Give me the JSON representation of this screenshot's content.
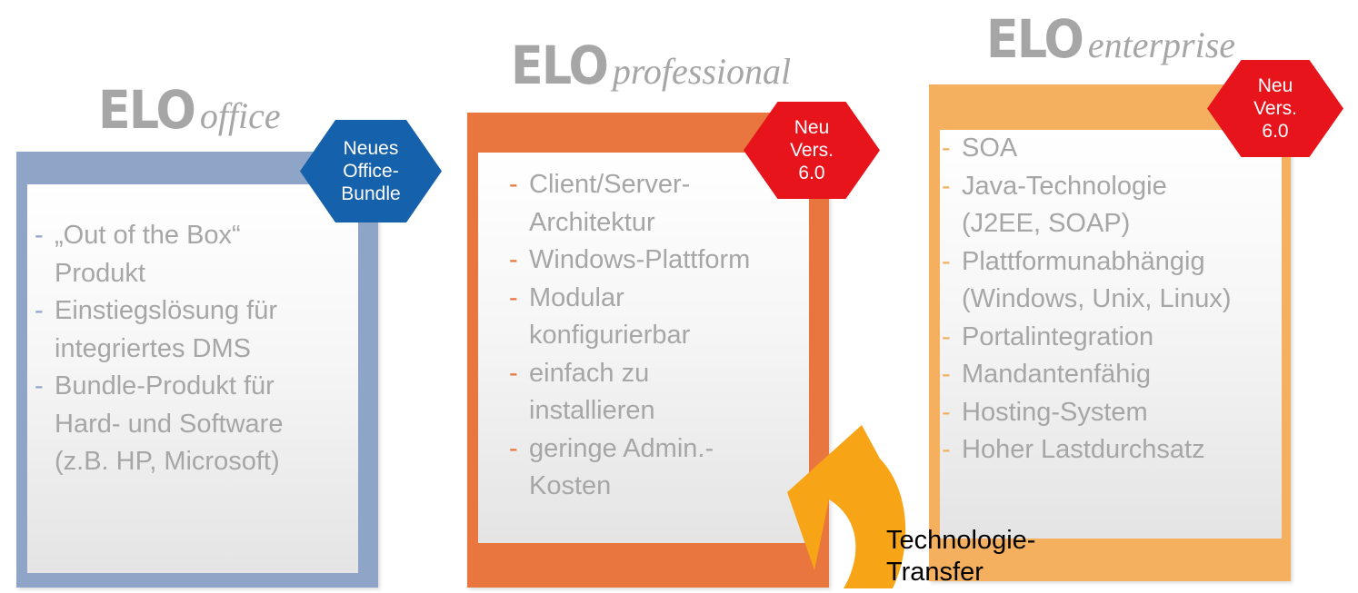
{
  "colors": {
    "office_blue": "#8ea5c8",
    "professional_orange": "#e8763e",
    "enterprise_orange": "#f4b05e",
    "badge_blue": "#1661ac",
    "badge_red": "#e8141c",
    "arrow_yellow": "#f7a416",
    "text_gray": "#a6a6a6"
  },
  "products": {
    "office": {
      "logo_main": "ELO",
      "logo_suffix": "office",
      "badge": "Neues\nOffice-\nBundle",
      "bullets": [
        "„Out of the Box“\nProdukt",
        "Einstiegslösung für\nintegriertes DMS",
        "Bundle-Produkt für\nHard- und Software\n(z.B. HP, Microsoft)"
      ]
    },
    "professional": {
      "logo_main": "ELO",
      "logo_suffix": "professional",
      "badge": "Neu\nVers.\n6.0",
      "bullets": [
        "Client/Server-\nArchitektur",
        "Windows-Plattform",
        "Modular\nkonfigurierbar",
        "einfach zu\ninstallieren",
        "geringe Admin.-\nKosten"
      ]
    },
    "enterprise": {
      "logo_main": "ELO",
      "logo_suffix": "enterprise",
      "badge": "Neu\nVers.\n6.0",
      "bullets": [
        "SOA",
        "Java-Technologie\n(J2EE, SOAP)",
        "Plattformunabhängig\n(Windows, Unix, Linux)",
        "Portalintegration",
        "Mandantenfähig",
        "Hosting-System",
        "Hoher Lastdurchsatz"
      ]
    }
  },
  "transfer_label": "Technologie-\nTransfer"
}
